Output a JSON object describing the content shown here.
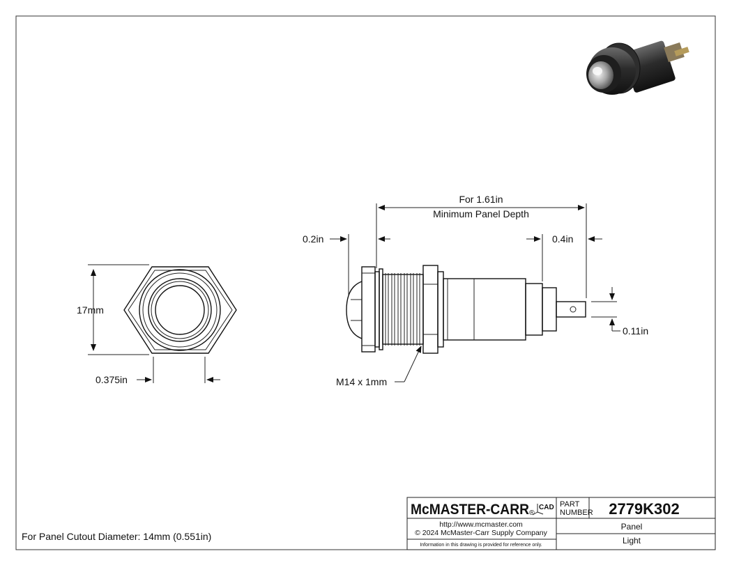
{
  "dimensions": {
    "min_panel_depth_line1": "For 1.61in",
    "min_panel_depth_line2": "Minimum Panel Depth",
    "lens_length": "0.2in",
    "terminal_length": "0.4in",
    "terminal_width": "0.11in",
    "thread": "M14 x 1mm",
    "hex_size": "17mm",
    "hex_thickness": "0.375in"
  },
  "note": "For Panel Cutout Diameter: 14mm (0.551in)",
  "title_block": {
    "logo": "McMASTER-CARR",
    "registered_mark": "®",
    "cad_mark": "CAD",
    "part_label_line1": "PART",
    "part_label_line2": "NUMBER",
    "part_number": "2779K302",
    "url": "http://www.mcmaster.com",
    "copyright": "© 2024 McMaster-Carr Supply Company",
    "disclaimer": "Information in this drawing is provided for reference only.",
    "description_line1": "Panel",
    "description_line2": "Light"
  },
  "colors": {
    "line": "#222222",
    "metal_dark": "#3a3a3a",
    "metal_light": "#bdbdbd"
  }
}
